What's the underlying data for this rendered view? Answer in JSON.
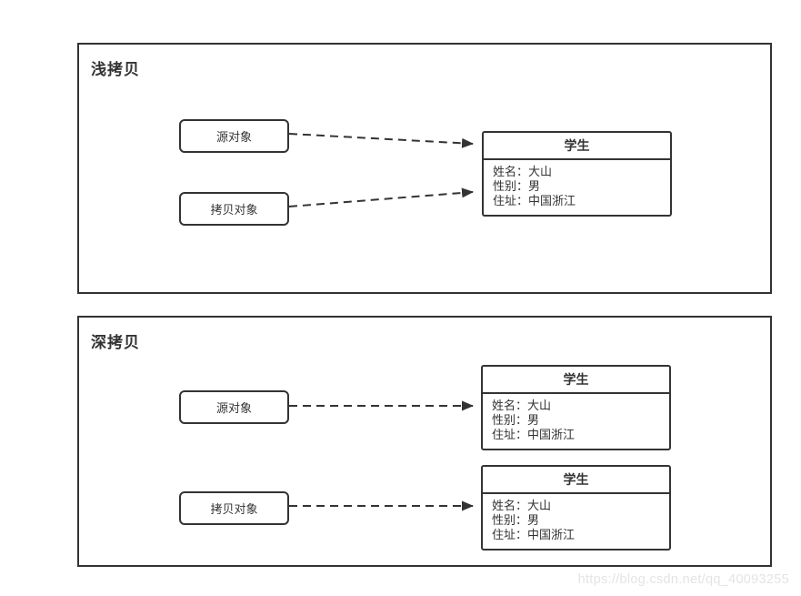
{
  "colors": {
    "line": "#333333",
    "text": "#333333",
    "background": "#ffffff",
    "watermark": "#e4e4e4"
  },
  "watermark": "https://blog.csdn.net/qq_40093255",
  "panels": [
    {
      "title": "浅拷贝",
      "source_label": "源对象",
      "copy_label": "拷贝对象",
      "students": [
        {
          "title": "学生",
          "fields": [
            "姓名：大山",
            "性别：男",
            "住址：中国浙江"
          ]
        }
      ]
    },
    {
      "title": "深拷贝",
      "source_label": "源对象",
      "copy_label": "拷贝对象",
      "students": [
        {
          "title": "学生",
          "fields": [
            "姓名：大山",
            "性别：男",
            "住址：中国浙江"
          ]
        },
        {
          "title": "学生",
          "fields": [
            "姓名：大山",
            "性别：男",
            "住址：中国浙江"
          ]
        }
      ]
    }
  ]
}
